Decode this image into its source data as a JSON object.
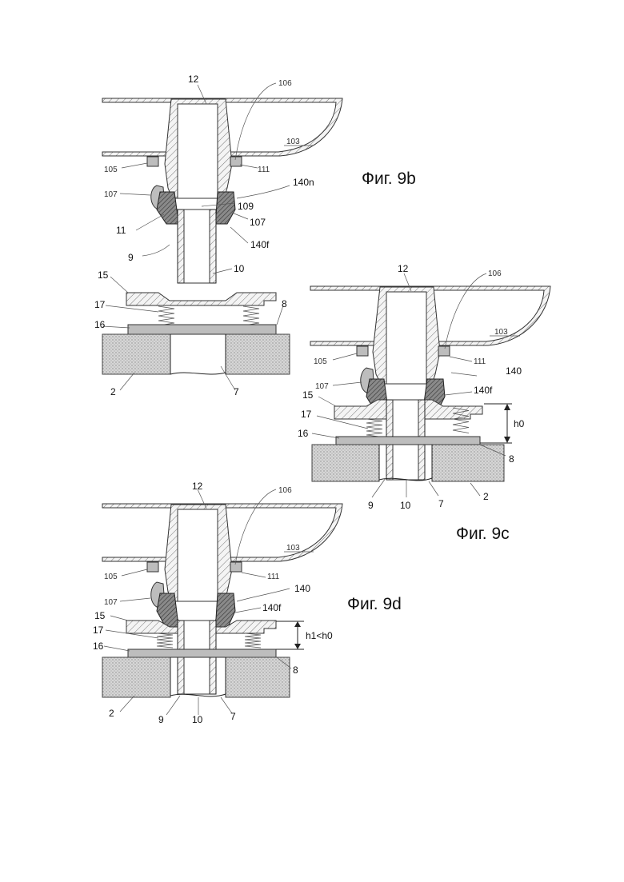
{
  "figures": [
    {
      "id": "fig9b",
      "caption": "Фиг. 9b",
      "labels": [
        "12",
        "106",
        "103",
        "105",
        "111",
        "107",
        "140n",
        "109",
        "107",
        "11",
        "140f",
        "9",
        "10",
        "15",
        "17",
        "8",
        "16",
        "2",
        "7"
      ]
    },
    {
      "id": "fig9c",
      "caption": "Фиг. 9c",
      "labels": [
        "12",
        "106",
        "103",
        "105",
        "111",
        "140",
        "107",
        "140f",
        "15",
        "17",
        "h0",
        "16",
        "8",
        "9",
        "10",
        "7",
        "2"
      ]
    },
    {
      "id": "fig9d",
      "caption": "Фиг. 9d",
      "labels": [
        "12",
        "106",
        "103",
        "105",
        "111",
        "107",
        "140",
        "15",
        "140f",
        "17",
        "h1<h0",
        "16",
        "8",
        "2",
        "9",
        "10",
        "7"
      ]
    }
  ],
  "colors": {
    "ink": "#222222",
    "hatch": "#555555",
    "ground": "#9a9a9a"
  }
}
